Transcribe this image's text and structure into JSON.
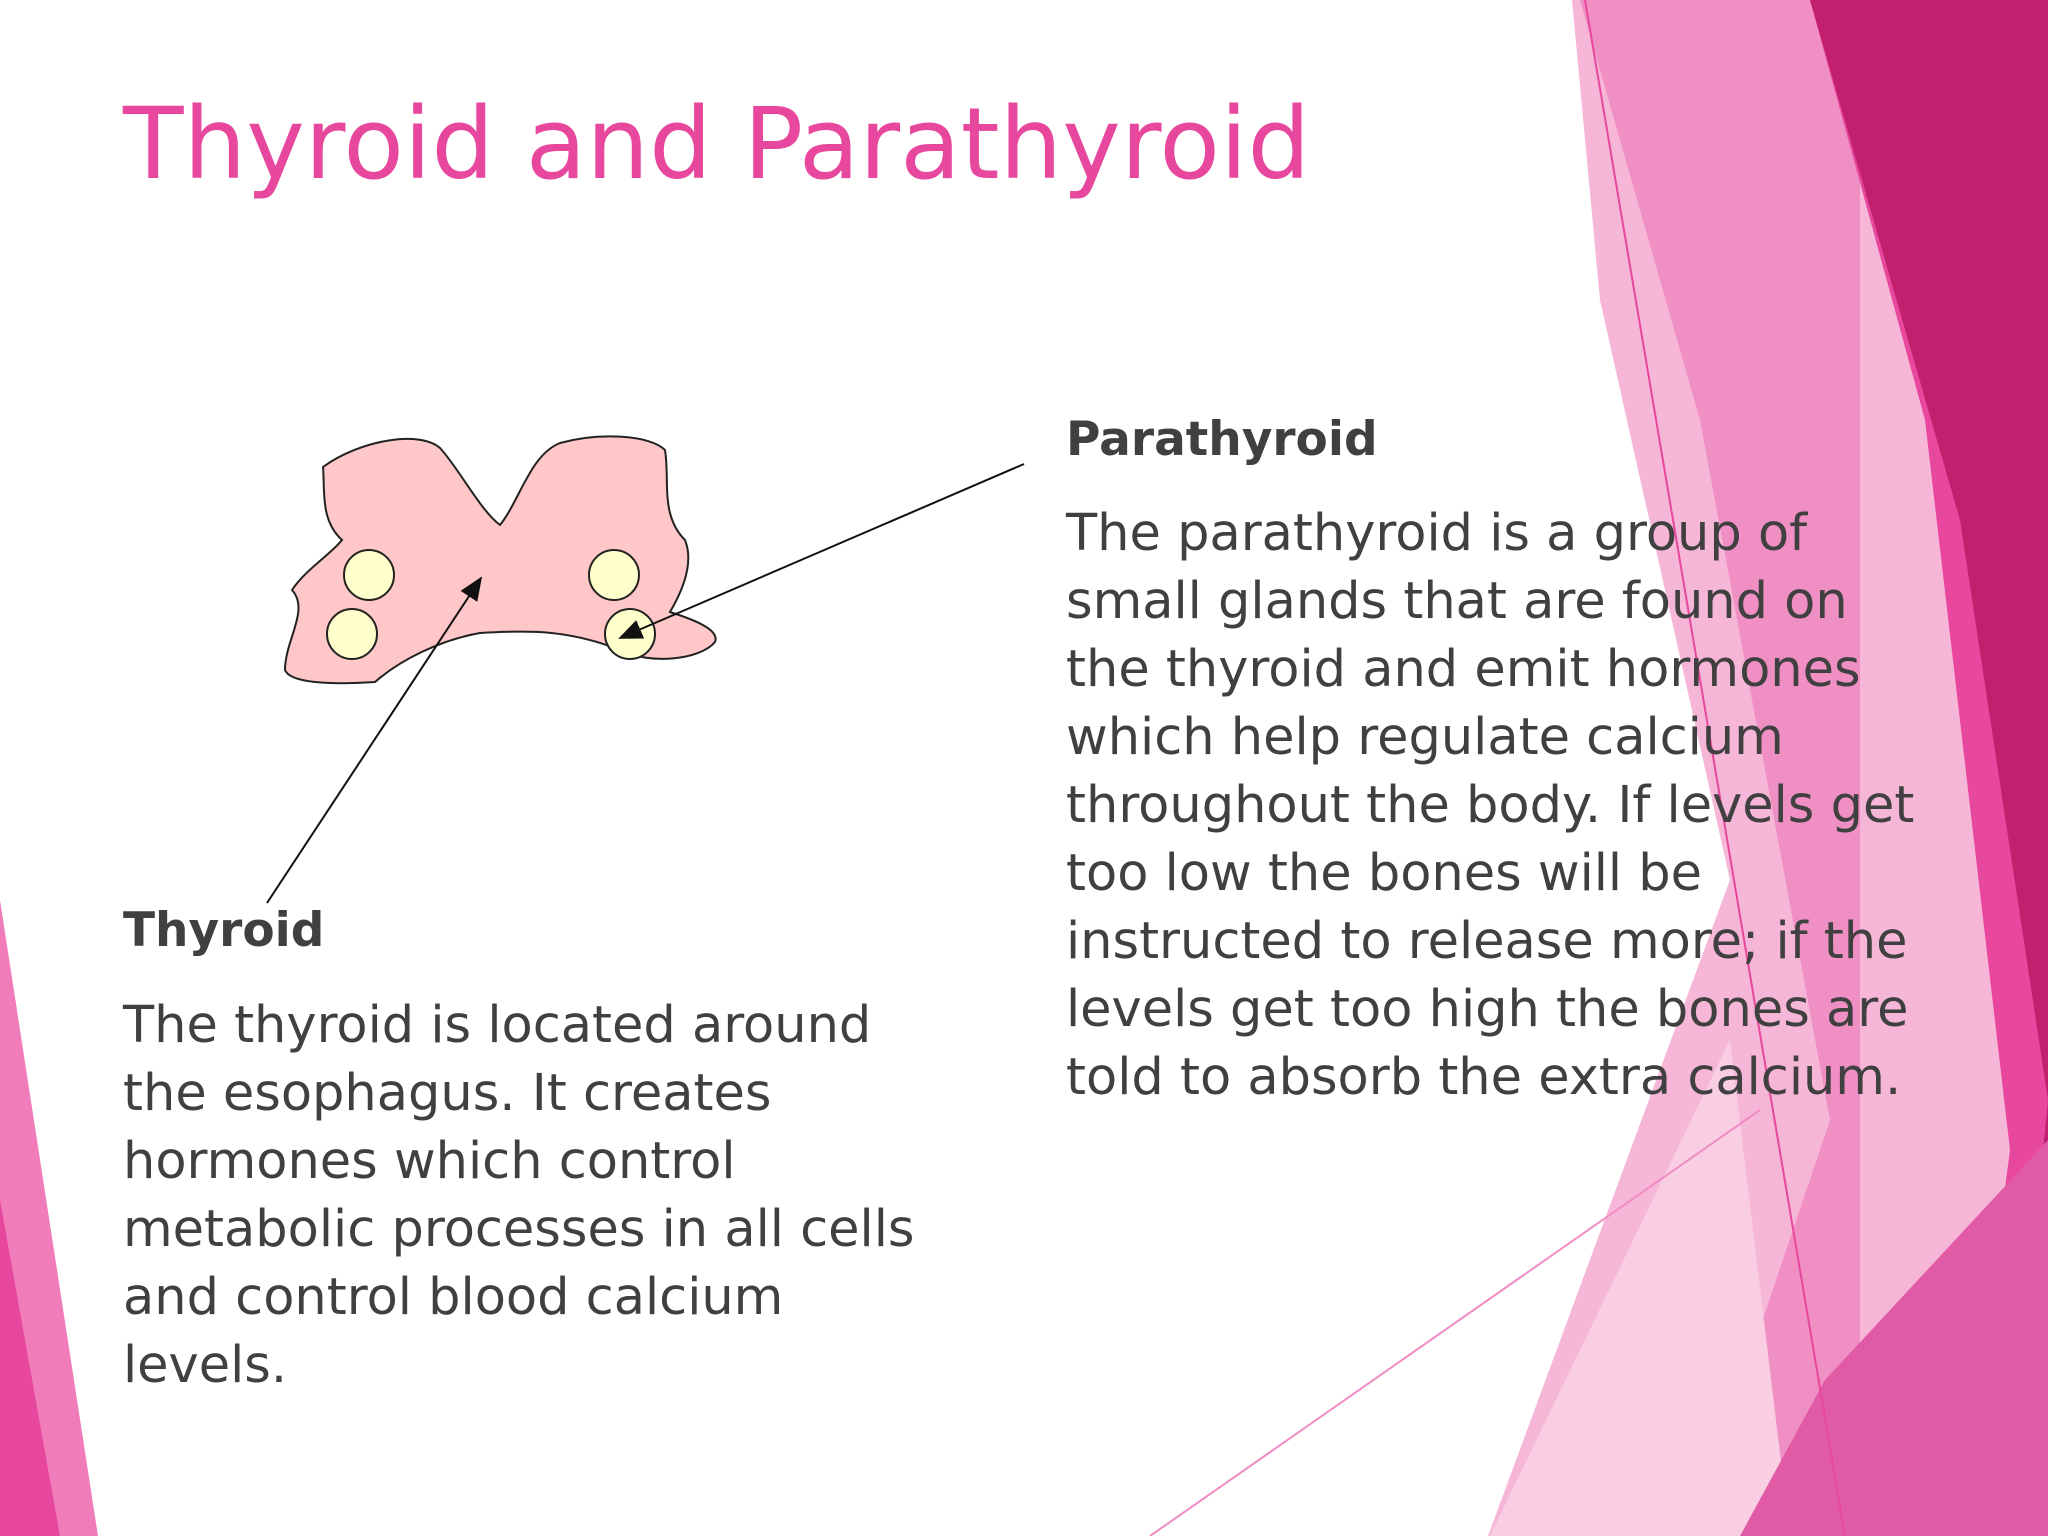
{
  "slide": {
    "title": "Thyroid and Parathyroid",
    "colors": {
      "title": "#E8479E",
      "text": "#404040",
      "gland": "#FFC7C7",
      "nodule": "#FFFFCC",
      "accent_dark": "#C0206E",
      "accent_mid": "#E8479E",
      "accent_light": "#F08CC4"
    }
  },
  "thyroid": {
    "heading": "Thyroid",
    "body": "The thyroid is located around\nthe esophagus. It creates\nhormones which control\nmetabolic processes in all cells\nand control blood calcium\nlevels."
  },
  "parathyroid": {
    "heading": "Parathyroid",
    "body": "The parathyroid is a group of\nsmall glands that are found on\nthe thyroid and emit hormones\nwhich help regulate calcium\nthroughout the body. If levels get\ntoo low the bones will be\ninstructed to release more; if the\nlevels get too high the bones are\ntold to absorb the extra calcium."
  }
}
